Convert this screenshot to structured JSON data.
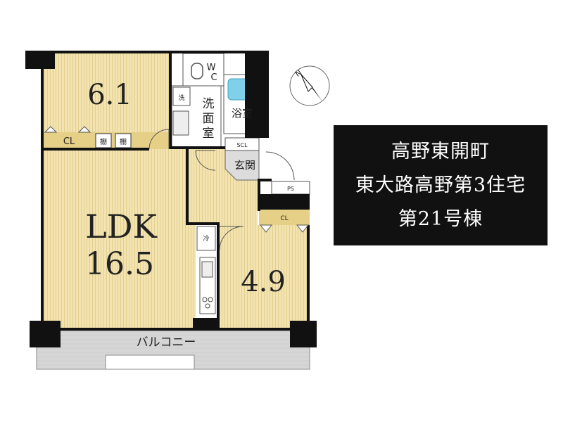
{
  "floorplan": {
    "rooms": {
      "western_room_1": "6.1",
      "ldk_name": "LDK",
      "ldk_size": "16.5",
      "western_room_2": "4.9",
      "washroom_line1": "洗",
      "washroom_line2": "面",
      "washroom_line3": "室",
      "bathroom": "浴室",
      "entrance": "玄関",
      "toilet_w": "W",
      "toilet_c": "C",
      "balcony": "バルコニー"
    },
    "storage": {
      "cl_top": "CL",
      "shelf_1": "棚",
      "shelf_2": "棚",
      "scl": "SCL",
      "ps": "PS",
      "cl_right": "CL",
      "washer": "洗",
      "fridge": "冷"
    },
    "compass": {
      "north": "N"
    }
  },
  "info_box": {
    "line1": "高野東開町",
    "line2": "東大路高野第3住宅",
    "line3": "第21号棟"
  },
  "colors": {
    "floor_wood": "#f2e3b0",
    "wall": "#111111",
    "balcony": "#d9d9d9",
    "bath_blue": "#7fd0e8",
    "storage_tan": "#e6cf86"
  }
}
